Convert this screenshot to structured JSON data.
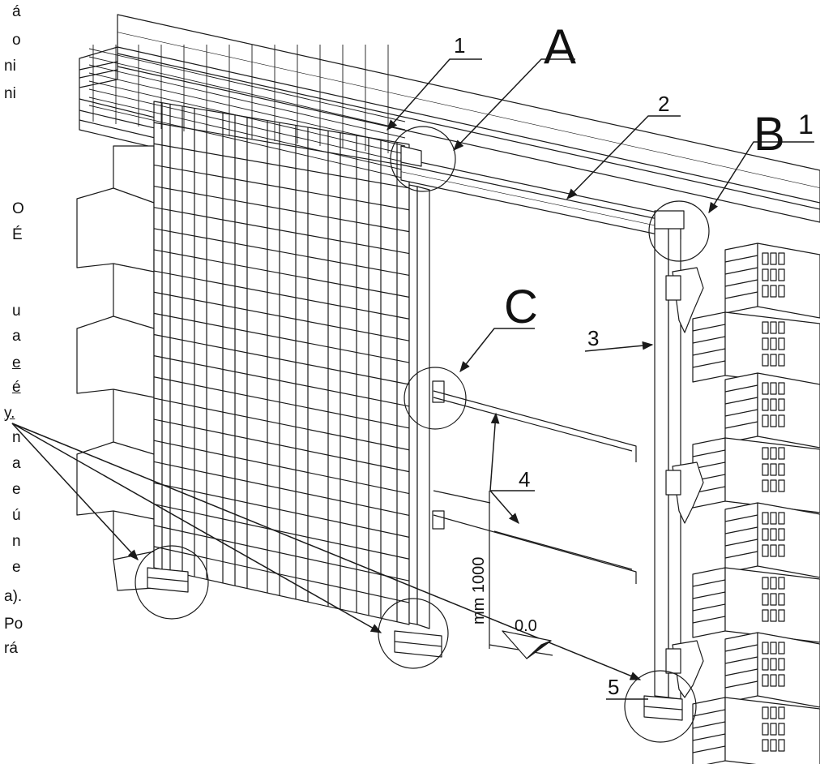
{
  "left_text_fragments": [
    {
      "text": "á",
      "u": false
    },
    {
      "text": "o",
      "u": false
    },
    {
      "text": "ni",
      "u": false
    },
    {
      "text": "ni",
      "u": false
    },
    {
      "text": "O",
      "u": false
    },
    {
      "text": "É",
      "u": false
    },
    {
      "text": "u",
      "u": false
    },
    {
      "text": "a",
      "u": false
    },
    {
      "text": "e",
      "u": true
    },
    {
      "text": "é",
      "u": true
    },
    {
      "text": "y.",
      "u": true
    },
    {
      "text": "n",
      "u": false
    },
    {
      "text": "a",
      "u": false
    },
    {
      "text": "e",
      "u": false
    },
    {
      "text": "ú",
      "u": false
    },
    {
      "text": "n",
      "u": false
    },
    {
      "text": "e",
      "u": false
    },
    {
      "text": "a).",
      "u": false
    },
    {
      "text": "Po",
      "u": false
    },
    {
      "text": "rá",
      "u": false
    }
  ],
  "detail_labels": {
    "a": "A",
    "b": "B",
    "b_cut": "1",
    "c": "C"
  },
  "part_numbers": {
    "p1": "1",
    "p2": "2",
    "p3": "3",
    "p4": "4",
    "p5": "5"
  },
  "dimension": {
    "height_text": "mm 1000",
    "level_text": "0.0"
  },
  "colors": {
    "line": "#1a1a1a",
    "background": "#ffffff"
  }
}
